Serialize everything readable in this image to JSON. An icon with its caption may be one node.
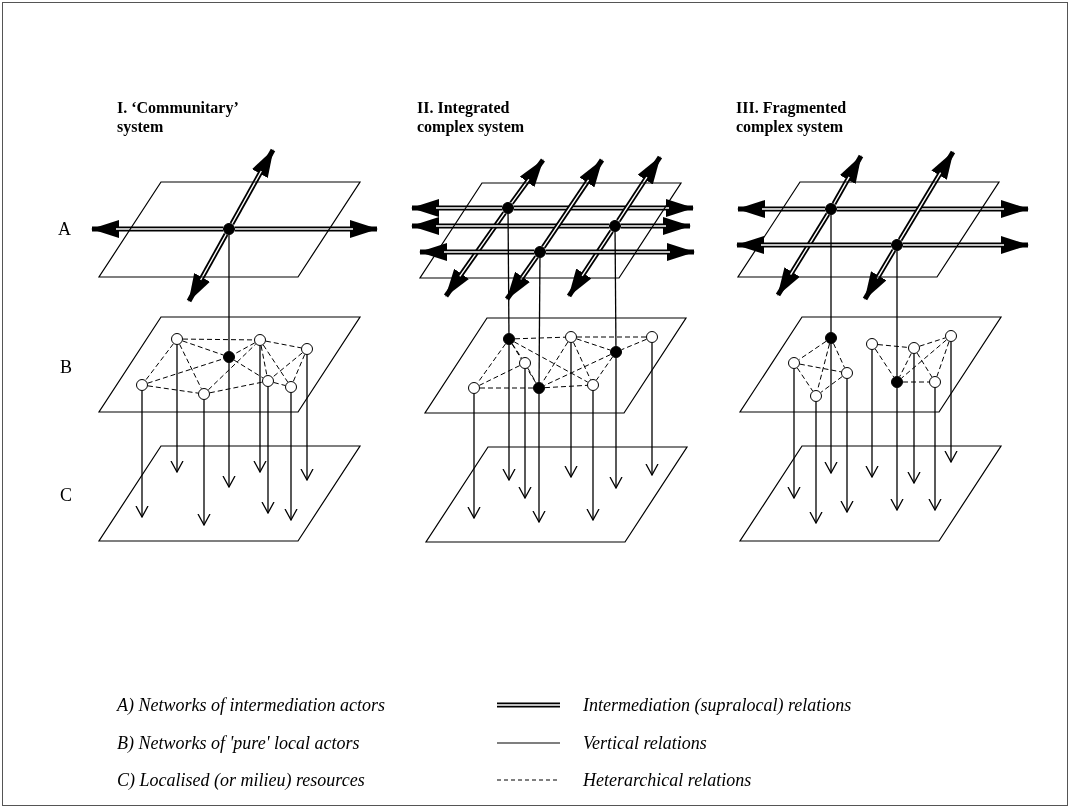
{
  "diagram": {
    "nodes": [
      {
        "text": [],
        "shape": "parallelogram"
      },
      {
        "text": [],
        "shape": "parallelogram"
      },
      {
        "text": [],
        "shape": "parallelogram"
      },
      {
        "text": [],
        "shape": "dot",
        "in": 0
      },
      {
        "text": [],
        "shape": "circle",
        "in": 1
      },
      {
        "text": [],
        "shape": "circle",
        "in": 1
      },
      {
        "text": [],
        "shape": "circle",
        "in": 1
      },
      {
        "text": [],
        "shape": "dot",
        "in": 1
      },
      {
        "text": [],
        "shape": "circle",
        "in": 1
      },
      {
        "text": [],
        "shape": "circle",
        "in": 1
      },
      {
        "text": [],
        "shape": "circle",
        "in": 1
      },
      {
        "text": [],
        "shape": "circle",
        "in": 1
      },
      {
        "text": [],
        "shape": "parallelogram"
      },
      {
        "text": [],
        "shape": "parallelogram"
      },
      {
        "text": [],
        "shape": "parallelogram"
      },
      {
        "text": [],
        "shape": "dot",
        "in": 12
      },
      {
        "text": [],
        "shape": "dot",
        "in": 12
      },
      {
        "text": [],
        "shape": "dot",
        "in": 12
      },
      {
        "text": [],
        "shape": "dot",
        "in": 13
      },
      {
        "text": [],
        "shape": "circle",
        "in": 13
      },
      {
        "text": [],
        "shape": "circle",
        "in": 13
      },
      {
        "text": [],
        "shape": "dot",
        "in": 13
      },
      {
        "text": [],
        "shape": "circle",
        "in": 13
      },
      {
        "text": [],
        "shape": "circle",
        "in": 13
      },
      {
        "text": [],
        "shape": "dot",
        "in": 13
      },
      {
        "text": [],
        "shape": "circle",
        "in": 13
      },
      {
        "text": [],
        "shape": "parallelogram"
      },
      {
        "text": [],
        "shape": "parallelogram"
      },
      {
        "text": [],
        "shape": "parallelogram"
      },
      {
        "text": [],
        "shape": "dot",
        "in": 26
      },
      {
        "text": [],
        "shape": "dot",
        "in": 26
      },
      {
        "text": [],
        "shape": "dot",
        "in": 27
      },
      {
        "text": [],
        "shape": "circle",
        "in": 27
      },
      {
        "text": [],
        "shape": "circle",
        "in": 27
      },
      {
        "text": [],
        "shape": "circle",
        "in": 27
      },
      {
        "text": [],
        "shape": "circle",
        "in": 27
      },
      {
        "text": [],
        "shape": "circle",
        "in": 27
      },
      {
        "text": [],
        "shape": "circle",
        "in": 27
      },
      {
        "text": [],
        "shape": "dot",
        "in": 27
      },
      {
        "text": [],
        "shape": "circle",
        "in": 27
      }
    ],
    "edges": [
      {
        "from": 3,
        "to": null,
        "arrow": "to",
        "style": "thick"
      },
      {
        "from": 3,
        "to": null,
        "arrow": "to",
        "style": "thick"
      },
      {
        "from": 3,
        "to": null,
        "arrow": "to",
        "style": "thick"
      },
      {
        "from": 3,
        "to": null,
        "arrow": "to",
        "style": "thick"
      },
      {
        "from": 3,
        "to": 7,
        "arrow": "none"
      },
      {
        "from": 4,
        "to": 5,
        "arrow": "none",
        "style": "dashed"
      },
      {
        "from": 4,
        "to": 8,
        "arrow": "none",
        "style": "dashed"
      },
      {
        "from": 4,
        "to": 9,
        "arrow": "none",
        "style": "dashed"
      },
      {
        "from": 4,
        "to": 7,
        "arrow": "none",
        "style": "dashed"
      },
      {
        "from": 5,
        "to": 7,
        "arrow": "none",
        "style": "dashed"
      },
      {
        "from": 5,
        "to": 6,
        "arrow": "none",
        "style": "dashed"
      },
      {
        "from": 5,
        "to": 10,
        "arrow": "none",
        "style": "dashed"
      },
      {
        "from": 5,
        "to": 11,
        "arrow": "none",
        "style": "dashed"
      },
      {
        "from": 6,
        "to": 10,
        "arrow": "none",
        "style": "dashed"
      },
      {
        "from": 6,
        "to": 11,
        "arrow": "none",
        "style": "dashed"
      },
      {
        "from": 8,
        "to": 7,
        "arrow": "none",
        "style": "dashed"
      },
      {
        "from": 8,
        "to": 9,
        "arrow": "none",
        "style": "dashed"
      },
      {
        "from": 9,
        "to": 5,
        "arrow": "none",
        "style": "dashed"
      },
      {
        "from": 9,
        "to": 10,
        "arrow": "none",
        "style": "dashed"
      },
      {
        "from": 7,
        "to": 10,
        "arrow": "none",
        "style": "dashed"
      },
      {
        "from": 10,
        "to": 11,
        "arrow": "none",
        "style": "dashed"
      },
      {
        "from": 4,
        "to": 2,
        "arrow": "to"
      },
      {
        "from": 5,
        "to": 2,
        "arrow": "to"
      },
      {
        "from": 6,
        "to": 2,
        "arrow": "to"
      },
      {
        "from": 7,
        "to": 2,
        "arrow": "to"
      },
      {
        "from": 8,
        "to": 2,
        "arrow": "to"
      },
      {
        "from": 9,
        "to": 2,
        "arrow": "to"
      },
      {
        "from": 10,
        "to": 2,
        "arrow": "to"
      },
      {
        "from": 11,
        "to": 2,
        "arrow": "to"
      },
      {
        "from": 15,
        "to": null,
        "arrow": "to",
        "style": "thick"
      },
      {
        "from": 15,
        "to": null,
        "arrow": "to",
        "style": "thick"
      },
      {
        "from": 15,
        "to": null,
        "arrow": "to",
        "style": "thick"
      },
      {
        "from": 15,
        "to": null,
        "arrow": "to",
        "style": "thick"
      },
      {
        "from": 16,
        "to": null,
        "arrow": "to",
        "style": "thick"
      },
      {
        "from": 16,
        "to": null,
        "arrow": "to",
        "style": "thick"
      },
      {
        "from": 16,
        "to": null,
        "arrow": "to",
        "style": "thick"
      },
      {
        "from": 16,
        "to": null,
        "arrow": "to",
        "style": "thick"
      },
      {
        "from": 17,
        "to": null,
        "arrow": "to",
        "style": "thick"
      },
      {
        "from": 17,
        "to": null,
        "arrow": "to",
        "style": "thick"
      },
      {
        "from": 17,
        "to": null,
        "arrow": "to",
        "style": "thick"
      },
      {
        "from": 17,
        "to": null,
        "arrow": "to",
        "style": "thick"
      },
      {
        "from": 15,
        "to": 18,
        "arrow": "none"
      },
      {
        "from": 16,
        "to": 21,
        "arrow": "none"
      },
      {
        "from": 17,
        "to": 24,
        "arrow": "none"
      },
      {
        "from": 18,
        "to": 19,
        "arrow": "none",
        "style": "dashed"
      },
      {
        "from": 18,
        "to": 22,
        "arrow": "none",
        "style": "dashed"
      },
      {
        "from": 18,
        "to": 23,
        "arrow": "none",
        "style": "dashed"
      },
      {
        "from": 18,
        "to": 24,
        "arrow": "none",
        "style": "dashed"
      },
      {
        "from": 18,
        "to": 25,
        "arrow": "none",
        "style": "dashed"
      },
      {
        "from": 19,
        "to": 20,
        "arrow": "none",
        "style": "dashed"
      },
      {
        "from": 19,
        "to": 21,
        "arrow": "none",
        "style": "dashed"
      },
      {
        "from": 19,
        "to": 24,
        "arrow": "none",
        "style": "dashed"
      },
      {
        "from": 19,
        "to": 25,
        "arrow": "none",
        "style": "dashed"
      },
      {
        "from": 20,
        "to": 21,
        "arrow": "none",
        "style": "dashed"
      },
      {
        "from": 21,
        "to": 24,
        "arrow": "none",
        "style": "dashed"
      },
      {
        "from": 21,
        "to": 25,
        "arrow": "none",
        "style": "dashed"
      },
      {
        "from": 22,
        "to": 23,
        "arrow": "none",
        "style": "dashed"
      },
      {
        "from": 22,
        "to": 24,
        "arrow": "none",
        "style": "dashed"
      },
      {
        "from": 23,
        "to": 24,
        "arrow": "none",
        "style": "dashed"
      },
      {
        "from": 24,
        "to": 25,
        "arrow": "none",
        "style": "dashed"
      },
      {
        "from": 18,
        "to": 14,
        "arrow": "to"
      },
      {
        "from": 19,
        "to": 14,
        "arrow": "to"
      },
      {
        "from": 20,
        "to": 14,
        "arrow": "to"
      },
      {
        "from": 21,
        "to": 14,
        "arrow": "to"
      },
      {
        "from": 22,
        "to": 14,
        "arrow": "to"
      },
      {
        "from": 23,
        "to": 14,
        "arrow": "to"
      },
      {
        "from": 24,
        "to": 14,
        "arrow": "to"
      },
      {
        "from": 25,
        "to": 14,
        "arrow": "to"
      },
      {
        "from": 29,
        "to": null,
        "arrow": "to",
        "style": "thick"
      },
      {
        "from": 29,
        "to": null,
        "arrow": "to",
        "style": "thick"
      },
      {
        "from": 29,
        "to": null,
        "arrow": "to",
        "style": "thick"
      },
      {
        "from": 29,
        "to": null,
        "arrow": "to",
        "style": "thick"
      },
      {
        "from": 30,
        "to": null,
        "arrow": "to",
        "style": "thick"
      },
      {
        "from": 30,
        "to": null,
        "arrow": "to",
        "style": "thick"
      },
      {
        "from": 30,
        "to": null,
        "arrow": "to",
        "style": "thick"
      },
      {
        "from": 30,
        "to": null,
        "arrow": "to",
        "style": "thick"
      },
      {
        "from": 29,
        "to": 31,
        "arrow": "none"
      },
      {
        "from": 30,
        "to": 38,
        "arrow": "none"
      },
      {
        "from": 31,
        "to": 32,
        "arrow": "none",
        "style": "dashed"
      },
      {
        "from": 31,
        "to": 33,
        "arrow": "none",
        "style": "dashed"
      },
      {
        "from": 31,
        "to": 34,
        "arrow": "none",
        "style": "dashed"
      },
      {
        "from": 32,
        "to": 33,
        "arrow": "none",
        "style": "dashed"
      },
      {
        "from": 32,
        "to": 34,
        "arrow": "none",
        "style": "dashed"
      },
      {
        "from": 33,
        "to": 34,
        "arrow": "none",
        "style": "dashed"
      },
      {
        "from": 35,
        "to": 36,
        "arrow": "none",
        "style": "dashed"
      },
      {
        "from": 35,
        "to": 38,
        "arrow": "none",
        "style": "dashed"
      },
      {
        "from": 36,
        "to": 37,
        "arrow": "none",
        "style": "dashed"
      },
      {
        "from": 36,
        "to": 38,
        "arrow": "none",
        "style": "dashed"
      },
      {
        "from": 36,
        "to": 39,
        "arrow": "none",
        "style": "dashed"
      },
      {
        "from": 37,
        "to": 38,
        "arrow": "none",
        "style": "dashed"
      },
      {
        "from": 37,
        "to": 39,
        "arrow": "none",
        "style": "dashed"
      },
      {
        "from": 38,
        "to": 39,
        "arrow": "none",
        "style": "dashed"
      },
      {
        "from": 31,
        "to": 28,
        "arrow": "to"
      },
      {
        "from": 32,
        "to": 28,
        "arrow": "to"
      },
      {
        "from": 33,
        "to": 28,
        "arrow": "to"
      },
      {
        "from": 34,
        "to": 28,
        "arrow": "to"
      },
      {
        "from": 35,
        "to": 28,
        "arrow": "to"
      },
      {
        "from": 36,
        "to": 28,
        "arrow": "to"
      },
      {
        "from": 37,
        "to": 28,
        "arrow": "to"
      },
      {
        "from": 38,
        "to": 28,
        "arrow": "to"
      },
      {
        "from": 39,
        "to": 28,
        "arrow": "to"
      }
    ],
    "labels": [
      "I. ‘Communitary’ system",
      "II. Integrated complex system",
      "III. Fragmented complex system",
      "A",
      "B",
      "C",
      "A) Networks of intermediation actors",
      "B) Networks of 'pure' local actors",
      "C) Localised (or milieu) resources"
    ],
    "legend": [
      {
        "text": "Intermediation (supralocal) relations"
      },
      {
        "text": "Vertical relations"
      },
      {
        "text": "Heterarchical relations"
      }
    ]
  }
}
